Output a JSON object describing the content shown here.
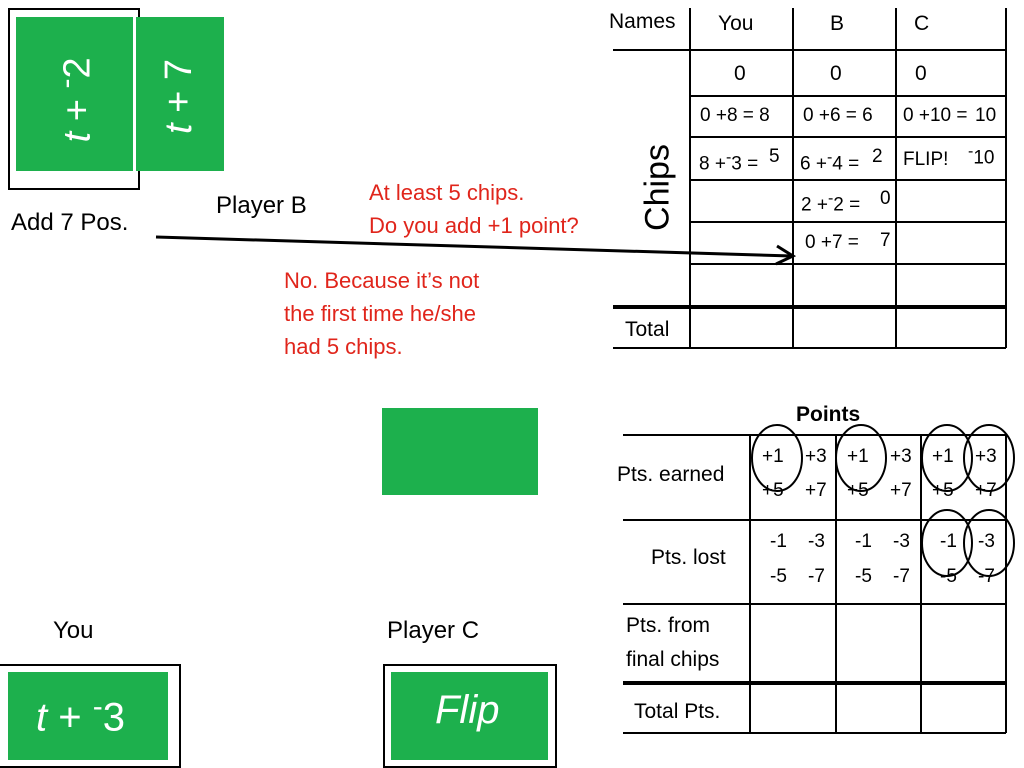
{
  "cards": {
    "top_left": {
      "var": "t",
      "op": "+",
      "neg": "-",
      "num": "2"
    },
    "top_second": {
      "var": "t",
      "op": "+",
      "num": "7"
    },
    "bottom_you": {
      "var": "t",
      "op": "+",
      "neg": "-",
      "num": "3"
    },
    "bottom_c": {
      "text": "Flip"
    }
  },
  "labels": {
    "add_note": "Add 7 Pos.",
    "player_b": "Player B",
    "you": "You",
    "player_c": "Player C"
  },
  "question": [
    "At least 5 chips.",
    "Do you add +1 point?"
  ],
  "answer": [
    "No.  Because it’s not",
    "the first time he/she",
    "had 5 chips."
  ],
  "chips_table": {
    "names_header": "Names",
    "columns": [
      "You",
      "B",
      "C"
    ],
    "chips_label": "Chips",
    "total_label": "Total",
    "row1": [
      "0",
      "0",
      "0"
    ],
    "row2": [
      "0 +8 = 8",
      "0 +6 = 6",
      "0 +10 =",
      "10"
    ],
    "row3": {
      "you": "8 +",
      "you_neg": "-",
      "you_b": "3 =",
      "you_r": "5",
      "b": "6 +",
      "b_neg": "-",
      "b_b": "4 =",
      "b_r": "2",
      "c": "FLIP!",
      "c_neg": "-",
      "c_r": "10"
    },
    "row4": {
      "b": "2 +",
      "b_neg": "-",
      "b_b": "2 =",
      "b_r": "0"
    },
    "row5": {
      "b": "0 +7 =",
      "b_r": "7"
    }
  },
  "points_table": {
    "title": "Points",
    "rows": [
      "Pts. earned",
      "Pts. lost",
      "Pts. from",
      "final chips",
      "Total Pts."
    ],
    "earned_top": [
      "+1",
      "+3"
    ],
    "earned_bottom": [
      "+5",
      "+7"
    ],
    "lost_top": [
      "-1",
      "-3"
    ],
    "lost_bottom": [
      "-5",
      "-7"
    ]
  }
}
